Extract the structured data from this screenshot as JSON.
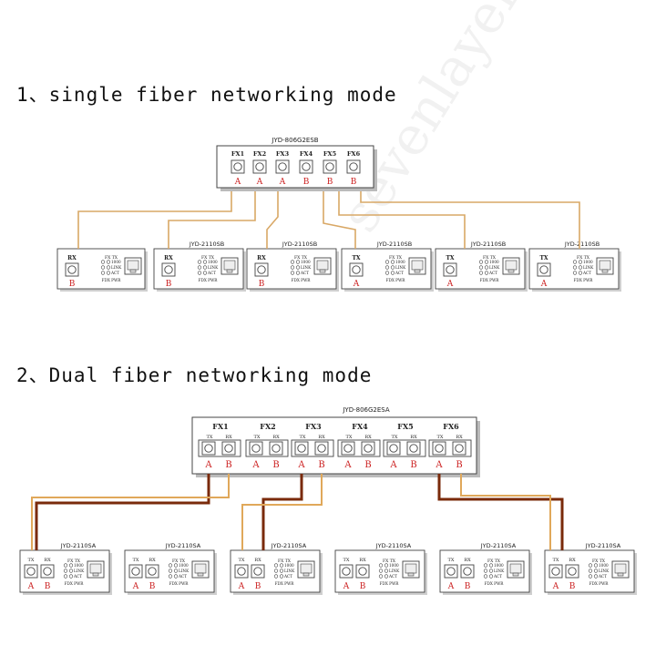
{
  "section1": {
    "heading": "1、single fiber networking mode",
    "switch": {
      "model": "JYD-806G2ESB",
      "ports": [
        {
          "label": "FX1",
          "letter": "A"
        },
        {
          "label": "FX2",
          "letter": "A"
        },
        {
          "label": "FX3",
          "letter": "A"
        },
        {
          "label": "FX4",
          "letter": "B"
        },
        {
          "label": "FX5",
          "letter": "B"
        },
        {
          "label": "FX6",
          "letter": "B"
        }
      ]
    },
    "converters": [
      {
        "model": "",
        "port": "RX",
        "letter": "B"
      },
      {
        "model": "JYD-2110SB",
        "port": "RX",
        "letter": "B"
      },
      {
        "model": "JYD-2110SB",
        "port": "RX",
        "letter": "B"
      },
      {
        "model": "JYD-2110SB",
        "port": "TX",
        "letter": "A"
      },
      {
        "model": "JYD-2110SB",
        "port": "TX",
        "letter": "A"
      },
      {
        "model": "JYD-2110SB",
        "port": "TX",
        "letter": "A"
      }
    ]
  },
  "section2": {
    "heading": "2、Dual fiber networking mode",
    "switch": {
      "model": "JYD-806G2ESA",
      "ports": [
        {
          "label": "FX1",
          "tx": "TX",
          "rx": "RX",
          "a": "A",
          "b": "B"
        },
        {
          "label": "FX2",
          "tx": "TX",
          "rx": "RX",
          "a": "A",
          "b": "B"
        },
        {
          "label": "FX3",
          "tx": "TX",
          "rx": "RX",
          "a": "A",
          "b": "B"
        },
        {
          "label": "FX4",
          "tx": "TX",
          "rx": "RX",
          "a": "A",
          "b": "B"
        },
        {
          "label": "FX5",
          "tx": "TX",
          "rx": "RX",
          "a": "A",
          "b": "B"
        },
        {
          "label": "FX6",
          "tx": "TX",
          "rx": "RX",
          "a": "A",
          "b": "B"
        }
      ]
    },
    "converters": [
      {
        "model": "JYD-2110SA",
        "tx": "TX",
        "rx": "RX",
        "a": "A",
        "b": "B"
      },
      {
        "model": "JYD-2110SA",
        "tx": "TX",
        "rx": "RX",
        "a": "A",
        "b": "B"
      },
      {
        "model": "JYD-2110SA",
        "tx": "TX",
        "rx": "RX",
        "a": "A",
        "b": "B"
      },
      {
        "model": "JYD-2110SA",
        "tx": "TX",
        "rx": "RX",
        "a": "A",
        "b": "B"
      },
      {
        "model": "JYD-2110SA",
        "tx": "TX",
        "rx": "RX",
        "a": "A",
        "b": "B"
      },
      {
        "model": "JYD-2110SA",
        "tx": "TX",
        "rx": "RX",
        "a": "A",
        "b": "B"
      }
    ]
  },
  "converter_panel": {
    "led_top": "FX TX",
    "led_labels": [
      "1000",
      "LINK",
      "ACT"
    ],
    "led_bottom": "FDX PWR"
  },
  "watermark": "sevenlayer",
  "colors": {
    "fiber_single": "#d9a866",
    "fiber_dual_dark": "#7a2a0a",
    "fiber_dual_light": "#e0a85a",
    "letter_red": "#cc2222",
    "outline": "#444444",
    "switch_shadow": "#bbbbbb"
  }
}
